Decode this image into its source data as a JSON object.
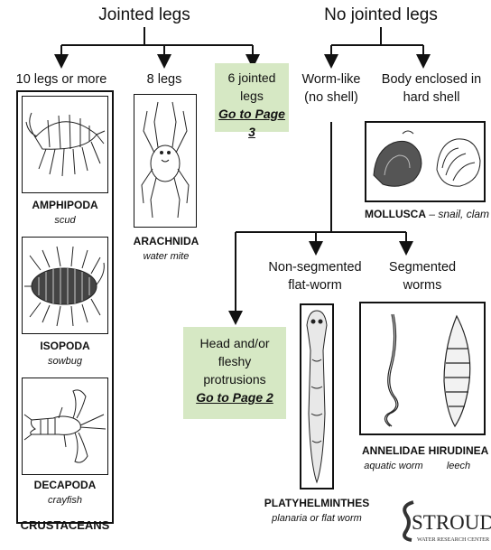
{
  "headings": {
    "jointed": "Jointed legs",
    "no_jointed": "No jointed legs"
  },
  "branches": {
    "ten_legs": "10 legs or more",
    "eight_legs": "8 legs",
    "six_legs": "6 jointed legs",
    "six_legs_link": "Go to Page 3",
    "worm_like_1": "Worm-like",
    "worm_like_2": "(no shell)",
    "shell_1": "Body enclosed in",
    "shell_2": "hard shell",
    "nonseg_1": "Non-segmented",
    "nonseg_2": "flat-worm",
    "seg_1": "Segmented",
    "seg_2": "worms",
    "head_1": "Head and/or fleshy",
    "head_2": "protrusions",
    "head_link": "Go to Page 2"
  },
  "organisms": {
    "amphipoda": {
      "name": "AMPHIPODA",
      "common": "scud"
    },
    "isopoda": {
      "name": "ISOPODA",
      "common": "sowbug"
    },
    "decapoda": {
      "name": "DECAPODA",
      "common": "crayfish"
    },
    "crustaceans": "CRUSTACEANS",
    "arachnida": {
      "name": "ARACHNIDA",
      "common": "water mite"
    },
    "mollusca": {
      "name": "MOLLUSCA",
      "common": " – snail, clam"
    },
    "platyhelminthes": {
      "name": "PLATYHELMINTHES",
      "common": "planaria or flat worm"
    },
    "annelidae": {
      "name": "ANNELIDAE",
      "common": "aquatic worm"
    },
    "hirudinea": {
      "name": "HIRUDINEA",
      "common": "leech"
    }
  },
  "logo": {
    "name": "STROUD",
    "sub": "WATER RESEARCH CENTER"
  },
  "colors": {
    "green_box": "#d6e8c4",
    "line": "#111111"
  }
}
